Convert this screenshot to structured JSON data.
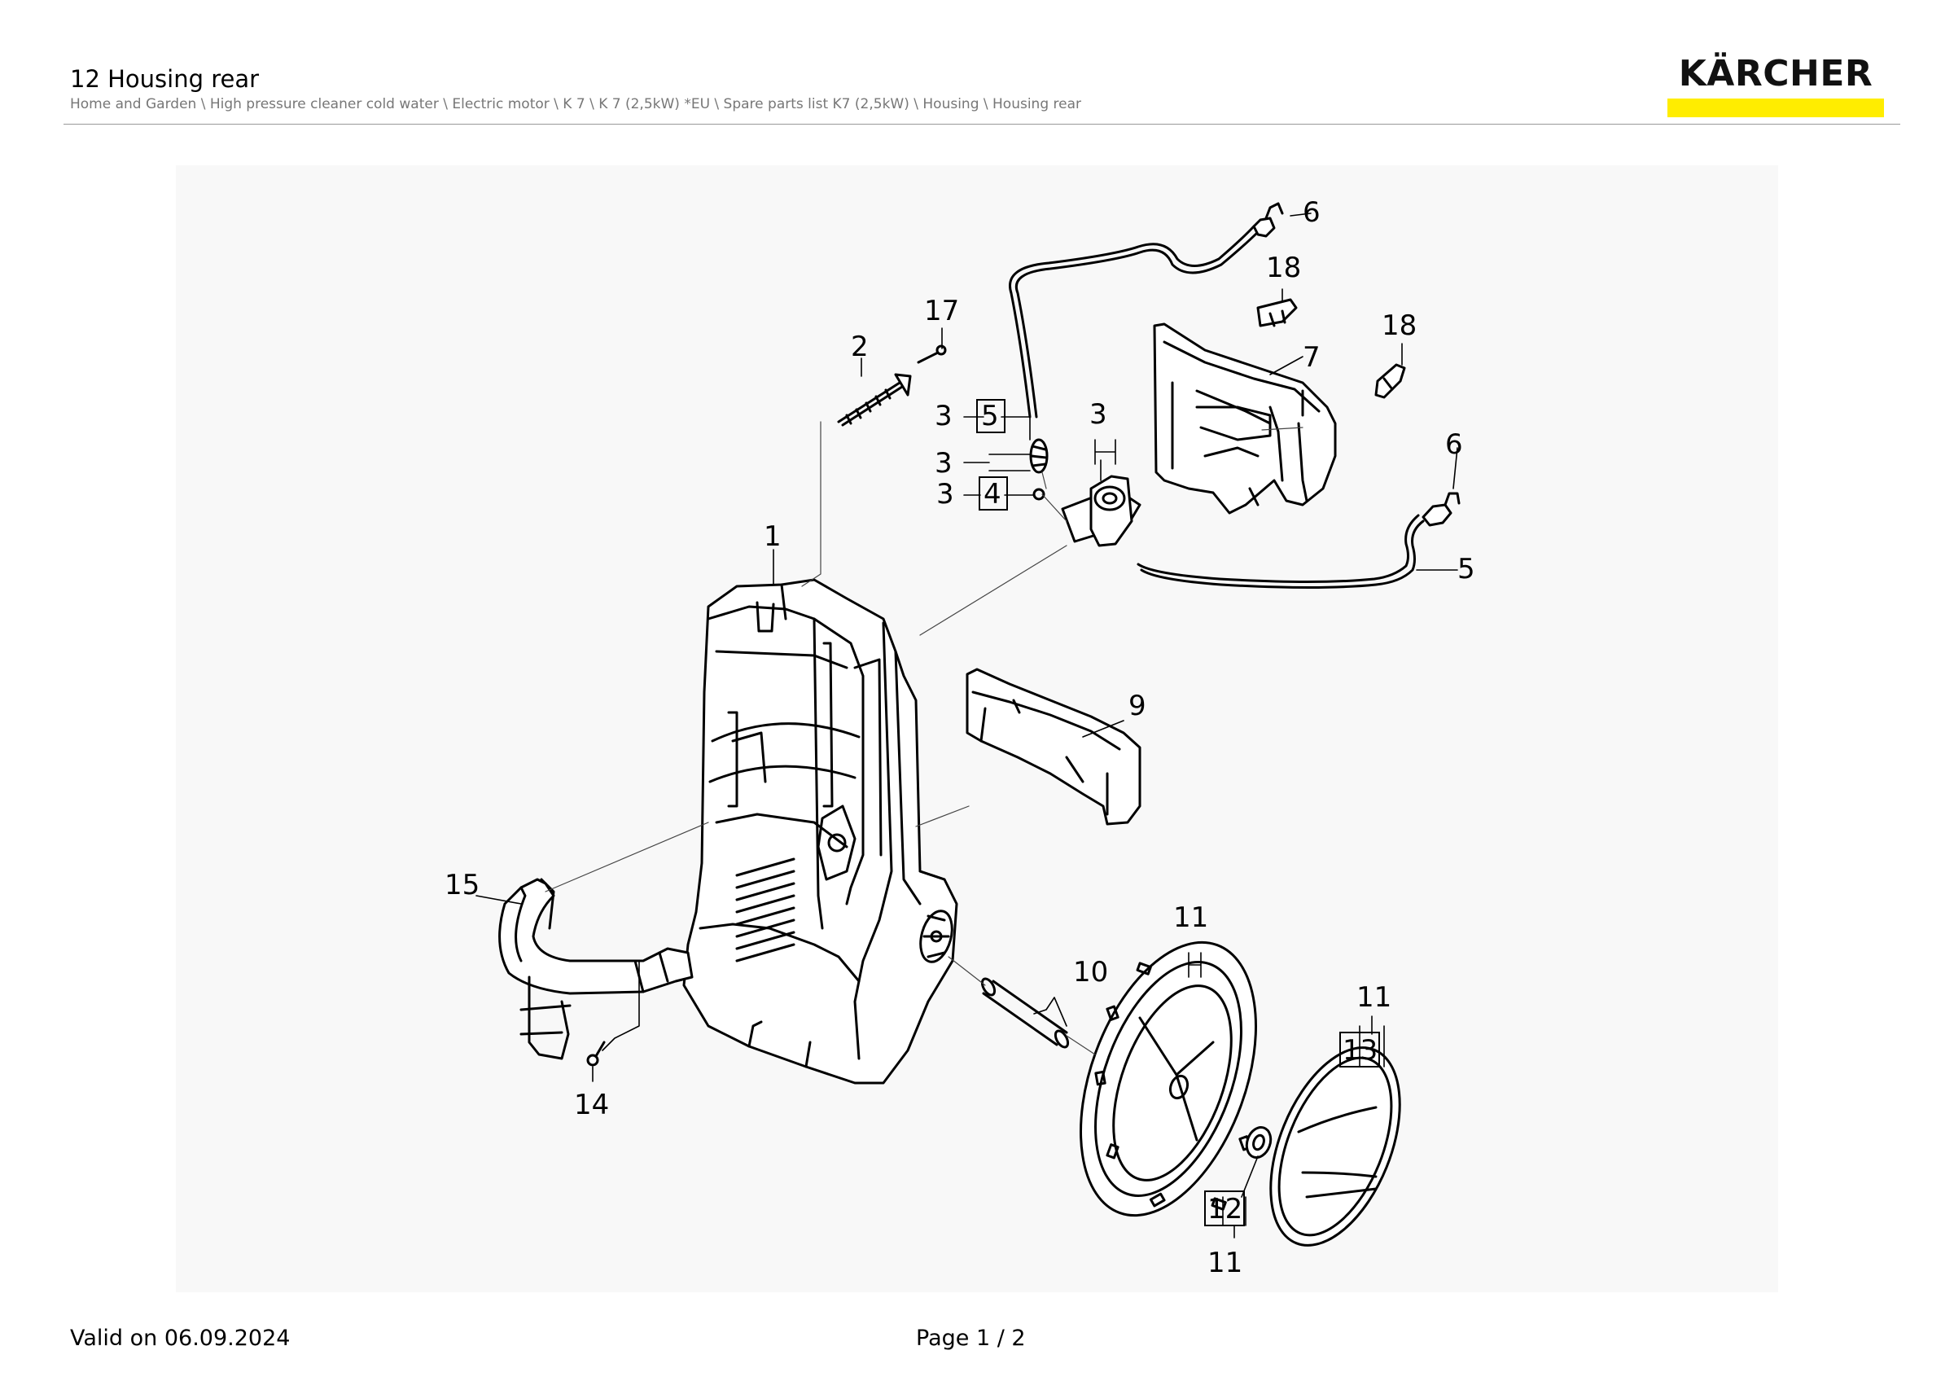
{
  "header": {
    "title": "12 Housing rear",
    "breadcrumb": "Home and Garden \\ High pressure cleaner cold water \\ Electric motor \\ K 7 \\ K 7 (2,5kW) *EU \\ Spare parts list K7 (2,5kW) \\ Housing \\ Housing rear"
  },
  "logo": {
    "text": "KÄRCHER",
    "bar_color": "#ffed00"
  },
  "diagram": {
    "labels": {
      "p6a": "6",
      "p18a": "18",
      "p17": "17",
      "p2": "2",
      "p18b": "18",
      "p7": "7",
      "p3a": "3",
      "p5a": "5",
      "p3b": "3",
      "p3c": "3",
      "p6b": "6",
      "p3d": "3",
      "p4": "4",
      "p1": "1",
      "p5b": "5",
      "p9": "9",
      "p15": "15",
      "p11a": "11",
      "p10": "10",
      "p11b": "11",
      "p13": "13",
      "p14": "14",
      "p12": "12",
      "p11c": "11"
    }
  },
  "footer": {
    "valid": "Valid on 06.09.2024",
    "page": "Page 1 / 2"
  }
}
